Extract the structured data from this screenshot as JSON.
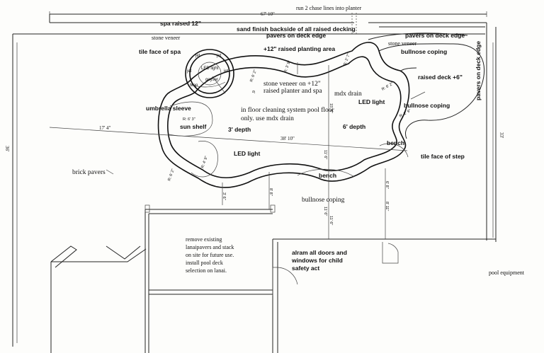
{
  "dimensions": {
    "overall_width": "67' 10\"",
    "left_height": "36'",
    "right_height": "33'",
    "pool_left": "17' 4\"",
    "pool_length": "38' 10\""
  },
  "radii": {
    "r1": "R: 6' 3\"",
    "r2": "R: 6' 2\"",
    "r3": "R: 4' 9\"",
    "r4": "R: 6' 2\"",
    "r5": "R: 3' 9\"",
    "r6": "R: 6' 2\"",
    "r7": "R: 2' 9\"",
    "r8": "R: 2' 7\""
  },
  "offsets": {
    "o1": "3' 6\"",
    "o2": "8' 8\"",
    "o3": "11' 6\"",
    "o4": "15' 6\"",
    "o5": "11' 6\"",
    "o6": "11' 6\"",
    "o7": "6' 8\"",
    "o8": "8' 11\"",
    "o9": "6'"
  },
  "labels": {
    "chase_lines": "run 2 chase lines into planter",
    "spa_raised": "spa raised 12\"",
    "sand_finish": "sand finish backside of all raised decking",
    "pavers_deck_edge_top": "pavers on deck edge",
    "pavers_deck_edge_right": "pavers on deck edge",
    "pavers_deck_edge_vertical": "pavers on deck edge",
    "stone_veneer_left": "stone veneer",
    "stone_veneer_right": "stone veneer",
    "tile_face_spa": "tile face of spa",
    "raised_planting": "+12\" raised planting area",
    "bullnose_top": "bullnose coping",
    "raised_deck": "raised deck +6\"",
    "stone_veneer_planter_1": "stone veneer on +12\"",
    "stone_veneer_planter_2": "raised planter and spa",
    "mdx_drain": "mdx drain",
    "led_light_right": "LED light",
    "bullnose_right": "bullnose coping",
    "umbrella": "umbrella sleeve",
    "in_floor_1": "in floor cleaning system pool floor",
    "in_floor_2": "only. use mdx drain",
    "sun_shelf": "sun shelf",
    "depth_3": "3' depth",
    "depth_6": "6' depth",
    "bench_right": "bench",
    "tile_face_step": "tile face of step",
    "led_light_bottom": "LED light",
    "bench_bottom": "bench",
    "bullnose_bottom": "bullnose coping",
    "brick_pavers": "brick pavers",
    "remove_1": "remove existing",
    "remove_2": "lanaipavers and stack",
    "remove_3": "on site for future use.",
    "remove_4": "install pool deck",
    "remove_5": "selection on lanai.",
    "alarm_1": "alram all doors and",
    "alarm_2": "windows for child",
    "alarm_3": "safety act",
    "pool_equipment": "pool equipment"
  },
  "spa": {
    "jet_tl": "jet",
    "jet_tr": "jet",
    "jet_l": "jet",
    "jet_r": "jet",
    "led": "LED light",
    "step": "step",
    "geyser": "geyser"
  }
}
